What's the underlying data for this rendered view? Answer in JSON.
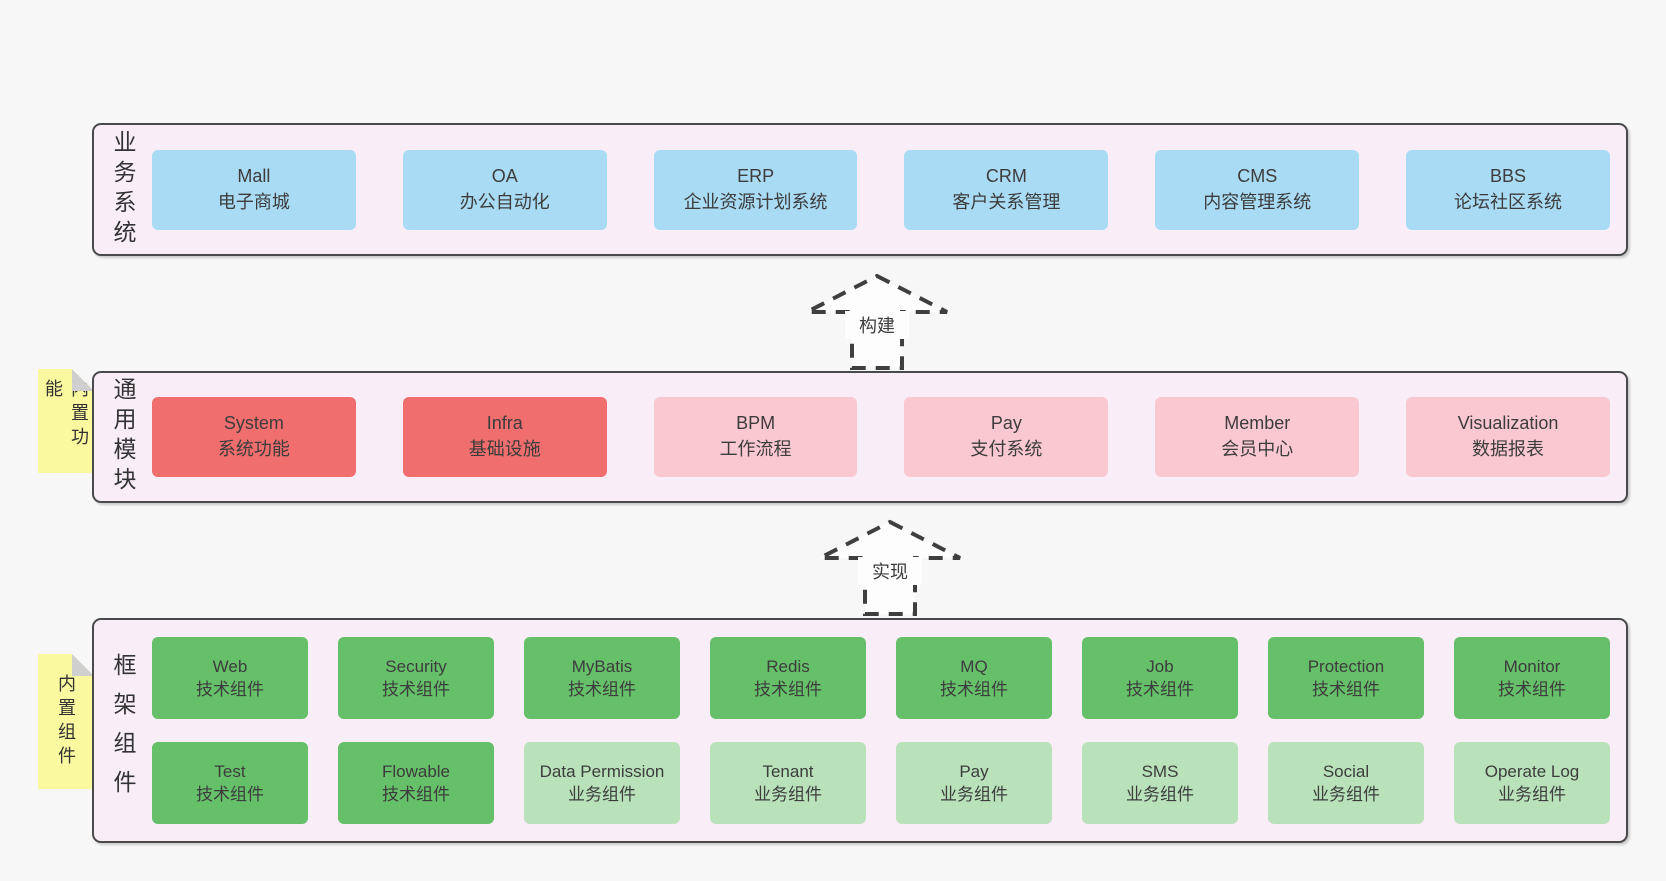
{
  "colors": {
    "page_bg": "#f7f7f7",
    "band_bg": "#f9eef8",
    "band_border": "#4a4a4a",
    "blue_box": "#a9dbf4",
    "red_box": "#f06e6e",
    "pink_box": "#fac8d1",
    "green_box": "#65c069",
    "light_green_box": "#b9e2ba",
    "note_yellow": "#fbf99f",
    "note_fold": "#cfcfcf"
  },
  "arrows": [
    {
      "label": "构建"
    },
    {
      "label": "实现"
    }
  ],
  "notes": [
    {
      "text": "内置功能"
    },
    {
      "text": "内置组件"
    }
  ],
  "bands": [
    {
      "label": "业务系统",
      "boxes": [
        {
          "name": "Mall",
          "desc": "电子商城"
        },
        {
          "name": "OA",
          "desc": "办公自动化"
        },
        {
          "name": "ERP",
          "desc": "企业资源计划系统"
        },
        {
          "name": "CRM",
          "desc": "客户关系管理"
        },
        {
          "name": "CMS",
          "desc": "内容管理系统"
        },
        {
          "name": "BBS",
          "desc": "论坛社区系统"
        }
      ]
    },
    {
      "label": "通用模块",
      "boxes": [
        {
          "name": "System",
          "desc": "系统功能"
        },
        {
          "name": "Infra",
          "desc": "基础设施"
        },
        {
          "name": "BPM",
          "desc": "工作流程"
        },
        {
          "name": "Pay",
          "desc": "支付系统"
        },
        {
          "name": "Member",
          "desc": "会员中心"
        },
        {
          "name": "Visualization",
          "desc": "数据报表"
        }
      ]
    },
    {
      "label": "框架组件",
      "rows": [
        [
          {
            "name": "Web",
            "desc": "技术组件"
          },
          {
            "name": "Security",
            "desc": "技术组件"
          },
          {
            "name": "MyBatis",
            "desc": "技术组件"
          },
          {
            "name": "Redis",
            "desc": "技术组件"
          },
          {
            "name": "MQ",
            "desc": "技术组件"
          },
          {
            "name": "Job",
            "desc": "技术组件"
          },
          {
            "name": "Protection",
            "desc": "技术组件"
          },
          {
            "name": "Monitor",
            "desc": "技术组件"
          }
        ],
        [
          {
            "name": "Test",
            "desc": "技术组件"
          },
          {
            "name": "Flowable",
            "desc": "技术组件"
          },
          {
            "name": "Data Permission",
            "desc": "业务组件"
          },
          {
            "name": "Tenant",
            "desc": "业务组件"
          },
          {
            "name": "Pay",
            "desc": "业务组件"
          },
          {
            "name": "SMS",
            "desc": "业务组件"
          },
          {
            "name": "Social",
            "desc": "业务组件"
          },
          {
            "name": "Operate Log",
            "desc": "业务组件"
          }
        ]
      ]
    }
  ]
}
